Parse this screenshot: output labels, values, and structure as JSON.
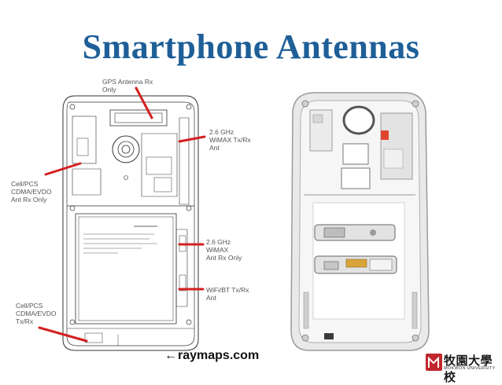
{
  "title": "Smartphone Antennas",
  "callouts": {
    "gps": "GPS Antenna Rx\nOnly",
    "wimax_txrx": "2.6 GHz\nWiMAX Tx/Rx\nAnt",
    "cell_rx": "Cell/PCS\nCDMA/EVDO\nAnt Rx Only",
    "wimax_rx": "2.6 GHz\nWiMAX\nAnt Rx Only",
    "wifi_bt": "WiFi/BT Tx/Rx\nAnt",
    "cell_txrx": "Cell/PCS\nCDMA/EVDO\nTx/Rx"
  },
  "credit": {
    "arrow": "←",
    "text": "raymaps.com"
  },
  "logo": {
    "chinese": "牧園大學校",
    "english": "MOKWON UNIVERSITY"
  },
  "colors": {
    "title": "#1F5F97",
    "callout_line": "#D32020",
    "logo_red": "#C0282D"
  }
}
